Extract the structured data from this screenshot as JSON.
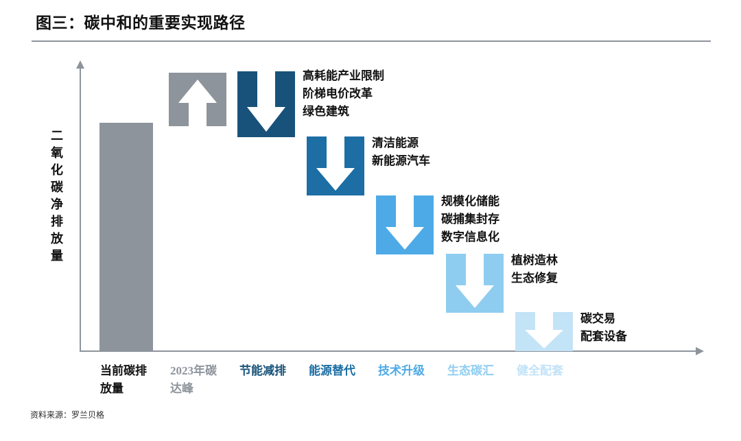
{
  "title": "图三：碳中和的重要实现路径",
  "footer": "资料来源：罗兰贝格",
  "axes": {
    "y_label": "二氧化碳净排放量",
    "x_label": ""
  },
  "colors": {
    "gray": "#8e949c",
    "dark_blue": "#18527a",
    "blue": "#1c6ea4",
    "mid_blue": "#4daae6",
    "light_blue": "#8fcdf0",
    "pale_blue": "#c3e3f7",
    "rule": "#8e949c",
    "text": "#111111"
  },
  "x_labels": [
    {
      "text": "当前碳排放量",
      "color": "#111111"
    },
    {
      "text": "2023年碳达峰",
      "color": "#8e949c"
    },
    {
      "text": "节能减排",
      "color": "#18527a"
    },
    {
      "text": "能源替代",
      "color": "#1c6ea4"
    },
    {
      "text": "技术升级",
      "color": "#4daae6"
    },
    {
      "text": "生态碳汇",
      "color": "#8fcdf0"
    },
    {
      "text": "健全配套",
      "color": "#c3e3f7"
    }
  ],
  "annotations": [
    {
      "text": "高耗能产业限制\n阶梯电价改革\n绿色建筑"
    },
    {
      "text": "清洁能源\n新能源汽车"
    },
    {
      "text": "规模化储能\n碳捕集封存\n数字信息化"
    },
    {
      "text": "植树造林\n生态修复"
    },
    {
      "text": "碳交易\n配套设备"
    }
  ],
  "chart_data": {
    "type": "bar",
    "title": "图三：碳中和的重要实现路径",
    "subtitle": "",
    "xlabel": "",
    "ylabel": "二氧化碳净排放量",
    "grid": false,
    "legend": "none",
    "categories": [
      "当前碳排放量",
      "2023年碳达峰",
      "节能减排",
      "能源替代",
      "技术升级",
      "生态碳汇",
      "健全配套"
    ],
    "series": [
      {
        "name": "二氧化碳净排放量路径",
        "element_types": [
          "bar",
          "up-arrow",
          "down-arrow",
          "down-arrow",
          "down-arrow",
          "down-arrow",
          "down-arrow"
        ],
        "colors": [
          "#8e949c",
          "#8e949c",
          "#18527a",
          "#1c6ea4",
          "#4daae6",
          "#8fcdf0",
          "#c3e3f7"
        ],
        "top_values": [
          100,
          122,
          123,
          97,
          66,
          41,
          18
        ],
        "bottom_values": [
          0,
          99,
          94,
          70,
          47,
          24,
          3
        ]
      }
    ],
    "ylim": [
      0,
      125
    ],
    "measures": [
      {
        "stage": "节能减排",
        "items": [
          "高耗能产业限制",
          "阶梯电价改革",
          "绿色建筑"
        ]
      },
      {
        "stage": "能源替代",
        "items": [
          "清洁能源",
          "新能源汽车"
        ]
      },
      {
        "stage": "技术升级",
        "items": [
          "规模化储能",
          "碳捕集封存",
          "数字信息化"
        ]
      },
      {
        "stage": "生态碳汇",
        "items": [
          "植树造林",
          "生态修复"
        ]
      },
      {
        "stage": "健全配套",
        "items": [
          "碳交易",
          "配套设备"
        ]
      }
    ],
    "source": "资料来源：罗兰贝格"
  }
}
